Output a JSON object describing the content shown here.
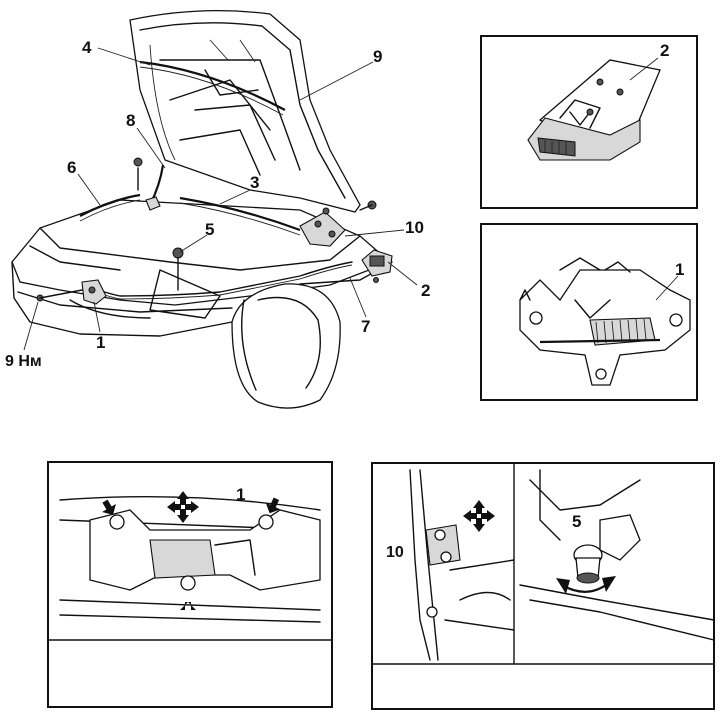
{
  "callouts": {
    "main": {
      "c1": "1",
      "c2": "2",
      "c3": "3",
      "c4": "4",
      "c5": "5",
      "c6": "6",
      "c7": "7",
      "c8": "8",
      "c9": "9",
      "c10": "10",
      "torque": "9 Нм"
    },
    "inset_latch_top": {
      "c2": "2"
    },
    "inset_latch_detail": {
      "c1": "1"
    },
    "inset_latch_adjust": {
      "c1": "1"
    },
    "inset_bumper_adjust": {
      "c10": "10",
      "c5": "5"
    }
  }
}
